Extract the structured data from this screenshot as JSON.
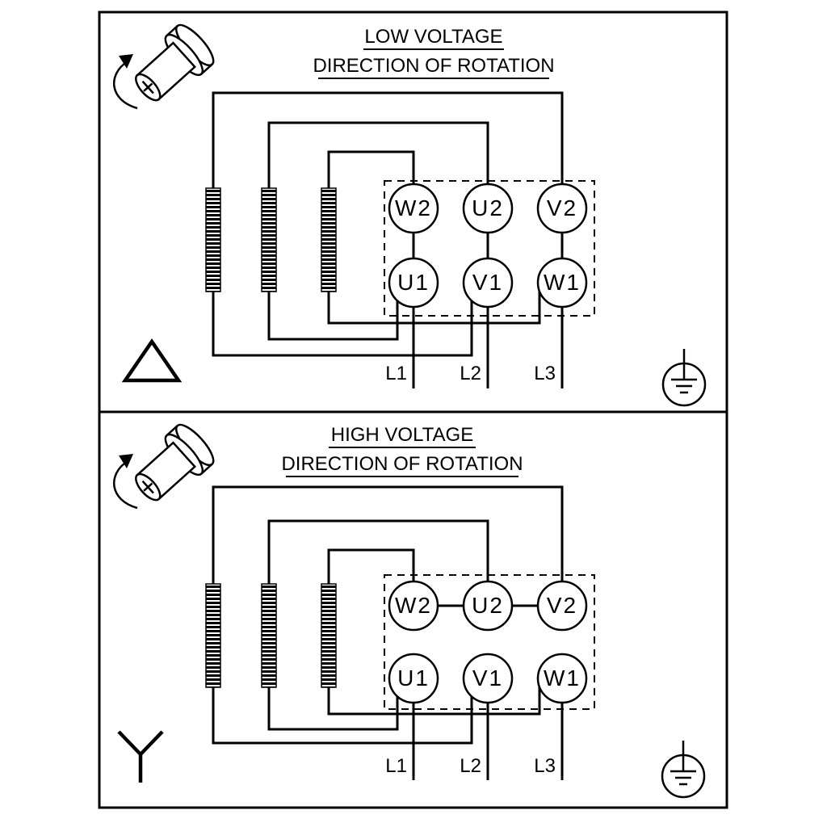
{
  "diagram": {
    "background": "#ffffff",
    "ink": "#000000",
    "panels": [
      {
        "id": "low-voltage",
        "title": "LOW VOLTAGE",
        "subtitle": "DIRECTION OF ROTATION",
        "connection": "delta",
        "terminals": {
          "top": [
            "W2",
            "U2",
            "V2"
          ],
          "bottom": [
            "U1",
            "V1",
            "W1"
          ]
        },
        "lines": [
          "L1",
          "L2",
          "L3"
        ]
      },
      {
        "id": "high-voltage",
        "title": "HIGH VOLTAGE",
        "subtitle": "DIRECTION OF ROTATION",
        "connection": "star",
        "terminals": {
          "top": [
            "W2",
            "U2",
            "V2"
          ],
          "bottom": [
            "U1",
            "V1",
            "W1"
          ]
        },
        "lines": [
          "L1",
          "L2",
          "L3"
        ]
      }
    ],
    "icons": {
      "rotation": "rotating-shaft-icon",
      "ground": "earth-ground-icon",
      "delta": "delta-connection-icon",
      "star": "star-connection-icon"
    }
  }
}
